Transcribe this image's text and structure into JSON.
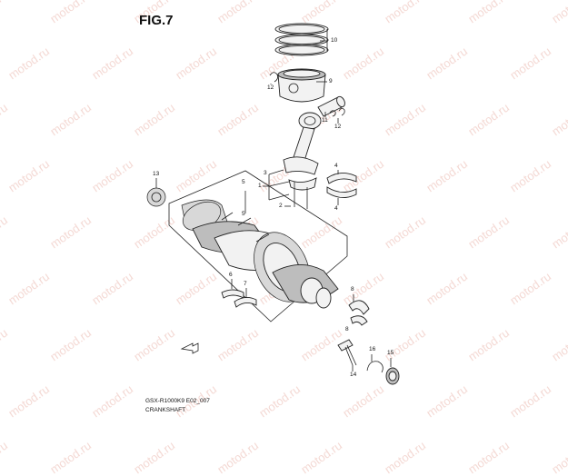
{
  "figure": {
    "title": "FIG.7"
  },
  "watermark": {
    "text": "motod.ru"
  },
  "callouts": {
    "c10": "10",
    "c9": "9",
    "c12a": "12",
    "c11": "11",
    "c12b": "12",
    "c3": "3",
    "c1": "1",
    "c2": "2",
    "c5a": "5",
    "c5b": "5",
    "c4a": "4",
    "c4b": "4",
    "c13": "13",
    "c6": "6",
    "c7": "7",
    "c8a": "8",
    "c8b": "8",
    "c14": "14",
    "c16": "16",
    "c15": "15"
  },
  "footer": {
    "code": "GSX-R1000K9 E02_007",
    "name": "CRANKSHAFT"
  }
}
